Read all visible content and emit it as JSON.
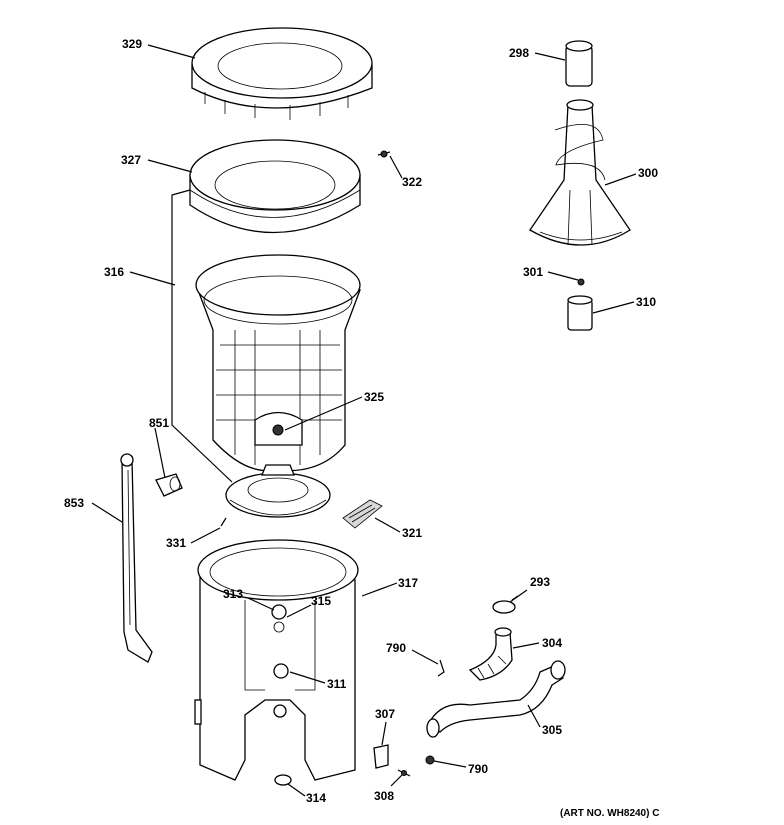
{
  "parts": [
    {
      "id": "p329",
      "label": "329"
    },
    {
      "id": "p327",
      "label": "327"
    },
    {
      "id": "p322",
      "label": "322"
    },
    {
      "id": "p316",
      "label": "316"
    },
    {
      "id": "p325",
      "label": "325"
    },
    {
      "id": "p851",
      "label": "851"
    },
    {
      "id": "p853",
      "label": "853"
    },
    {
      "id": "p331",
      "label": "331"
    },
    {
      "id": "p321",
      "label": "321"
    },
    {
      "id": "p317",
      "label": "317"
    },
    {
      "id": "p313",
      "label": "313"
    },
    {
      "id": "p315",
      "label": "315"
    },
    {
      "id": "p311",
      "label": "311"
    },
    {
      "id": "p314",
      "label": "314"
    },
    {
      "id": "p298",
      "label": "298"
    },
    {
      "id": "p300",
      "label": "300"
    },
    {
      "id": "p301",
      "label": "301"
    },
    {
      "id": "p310",
      "label": "310"
    },
    {
      "id": "p293",
      "label": "293"
    },
    {
      "id": "p304",
      "label": "304"
    },
    {
      "id": "p790a",
      "label": "790"
    },
    {
      "id": "p790b",
      "label": "790"
    },
    {
      "id": "p305",
      "label": "305"
    },
    {
      "id": "p307",
      "label": "307"
    },
    {
      "id": "p308",
      "label": "308"
    }
  ],
  "art_number": "(ART NO. WH8240) C"
}
